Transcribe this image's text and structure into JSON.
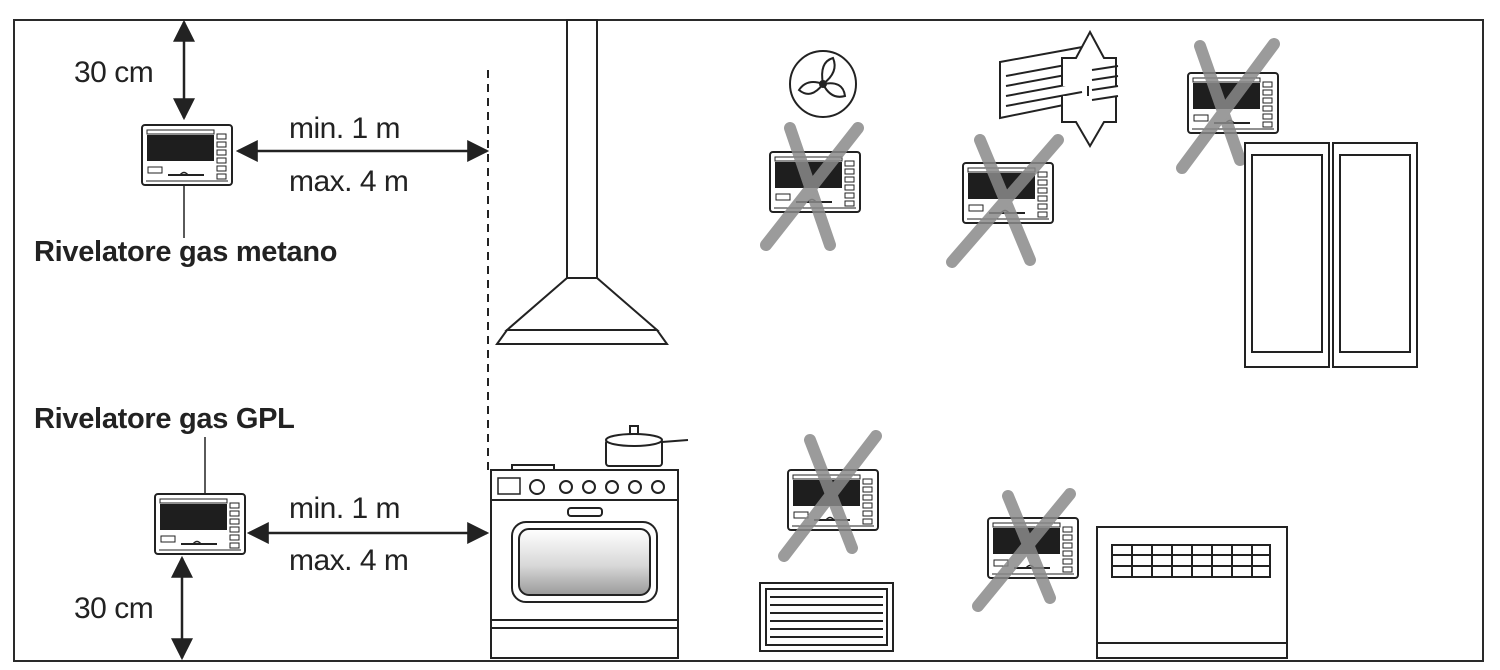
{
  "labels": {
    "methane_detector": "Rivelatore gas metano",
    "lpg_detector": "Rivelatore gas GPL",
    "top_clearance": "30 cm",
    "bottom_clearance": "30 cm",
    "top_min_distance": "min. 1 m",
    "top_max_distance": "max. 4 m",
    "bottom_min_distance": "min. 1 m",
    "bottom_max_distance": "max. 4 m"
  },
  "colors": {
    "line": "#2a2a2a",
    "cross": "#8a8a8a",
    "display": "#1e1e1e",
    "background": "#ffffff"
  },
  "icons": [
    "gas-detector-icon",
    "fan-icon",
    "air-conditioner-icon",
    "cooker-hood-icon",
    "stove-icon",
    "cooking-pot-icon",
    "wardrobe-icon",
    "radiator-icon",
    "electric-heater-icon",
    "cross-mark-icon"
  ]
}
